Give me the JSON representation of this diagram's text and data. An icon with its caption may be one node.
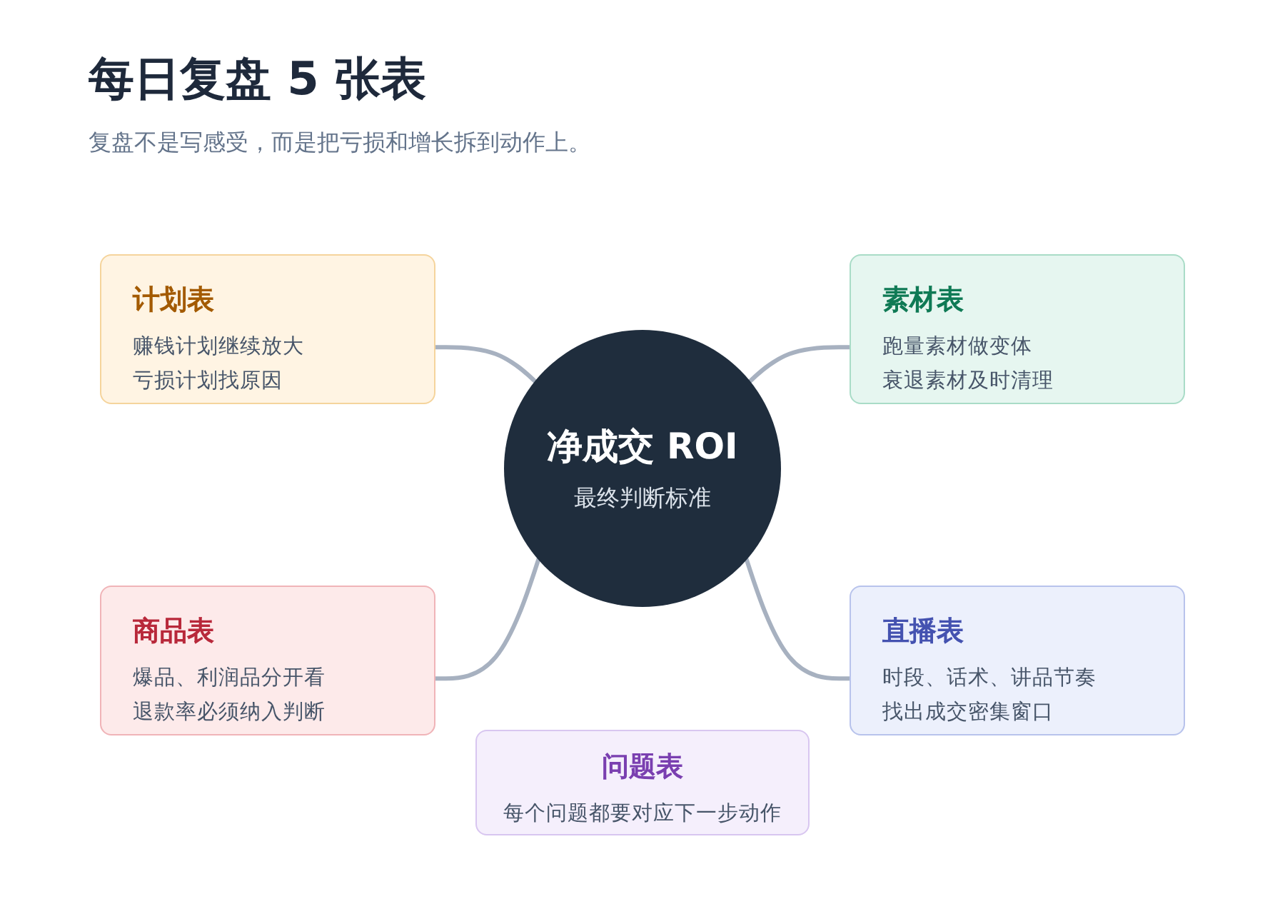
{
  "diagram": {
    "title": "每日复盘 5 张表",
    "nodes": [
      {
        "text": [
          "净成交 ROI",
          "最终判断标准"
        ]
      },
      {
        "text": [
          "计划表",
          "赚钱计划继续放大",
          "亏损计划找原因"
        ]
      },
      {
        "text": [
          "素材表",
          "跑量素材做变体",
          "衰退素材及时清理"
        ]
      },
      {
        "text": [
          "商品表",
          "爆品、利润品分开看",
          "退款率必须纳入判断"
        ]
      },
      {
        "text": [
          "直播表",
          "时段、话术、讲品节奏",
          "找出成交密集窗口"
        ]
      },
      {
        "text": [
          "问题表",
          "每个问题都要对应下一步动作"
        ]
      }
    ],
    "edges": [
      {
        "from": 0,
        "to": 1,
        "arrow": "none"
      },
      {
        "from": 0,
        "to": 2,
        "arrow": "none"
      },
      {
        "from": 0,
        "to": 3,
        "arrow": "none"
      },
      {
        "from": 0,
        "to": 4,
        "arrow": "none"
      }
    ],
    "labels": [
      "复盘不是写感受，而是把亏损和增长拆到动作上。"
    ]
  }
}
